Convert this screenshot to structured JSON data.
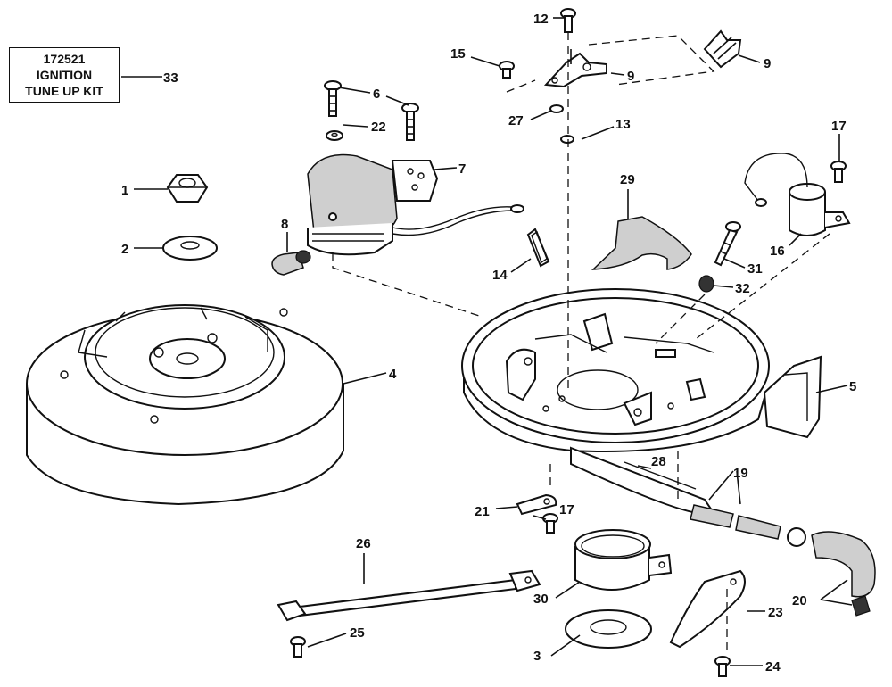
{
  "kit_box": {
    "line1": "172521",
    "line2": "IGNITION",
    "line3": "TUNE UP KIT"
  },
  "callouts": {
    "c1": "1",
    "c2": "2",
    "c3": "3",
    "c4": "4",
    "c5": "5",
    "c6": "6",
    "c7": "7",
    "c8": "8",
    "c9a": "9",
    "c9b": "9",
    "c12": "12",
    "c13": "13",
    "c14": "14",
    "c15": "15",
    "c16": "16",
    "c17a": "17",
    "c17b": "17",
    "c19": "19",
    "c20": "20",
    "c21": "21",
    "c22": "22",
    "c23": "23",
    "c24": "24",
    "c25": "25",
    "c26": "26",
    "c27": "27",
    "c28": "28",
    "c29": "29",
    "c30": "30",
    "c31": "31",
    "c32": "32",
    "c33": "33"
  }
}
